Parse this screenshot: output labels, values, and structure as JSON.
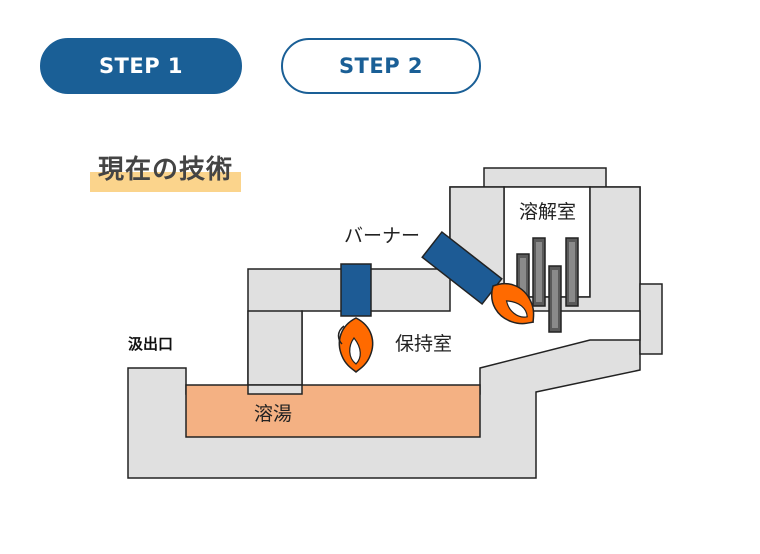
{
  "steps": [
    {
      "label": "STEP 1",
      "active": true
    },
    {
      "label": "STEP 2",
      "active": false
    }
  ],
  "section_title": "現在の技術",
  "labels": {
    "burner": "バーナー",
    "melting_chamber": "溶解室",
    "holding_chamber": "保持室",
    "molten_metal": "溶湯",
    "outlet": "汲出口"
  },
  "colors": {
    "brand": "#1a5f96",
    "furnace_wall": "#e0e0e0",
    "outline": "#222222",
    "molten_metal": "#f4b183",
    "burner": "#1d5b95",
    "flame_outer": "#ff6a00",
    "flame_inner": "#ffffff",
    "material_ingots": "#5a5a5a",
    "title_highlight": "#fbd48c"
  },
  "icons": [
    "flame-icon",
    "burner-icon",
    "ingot-icon"
  ]
}
